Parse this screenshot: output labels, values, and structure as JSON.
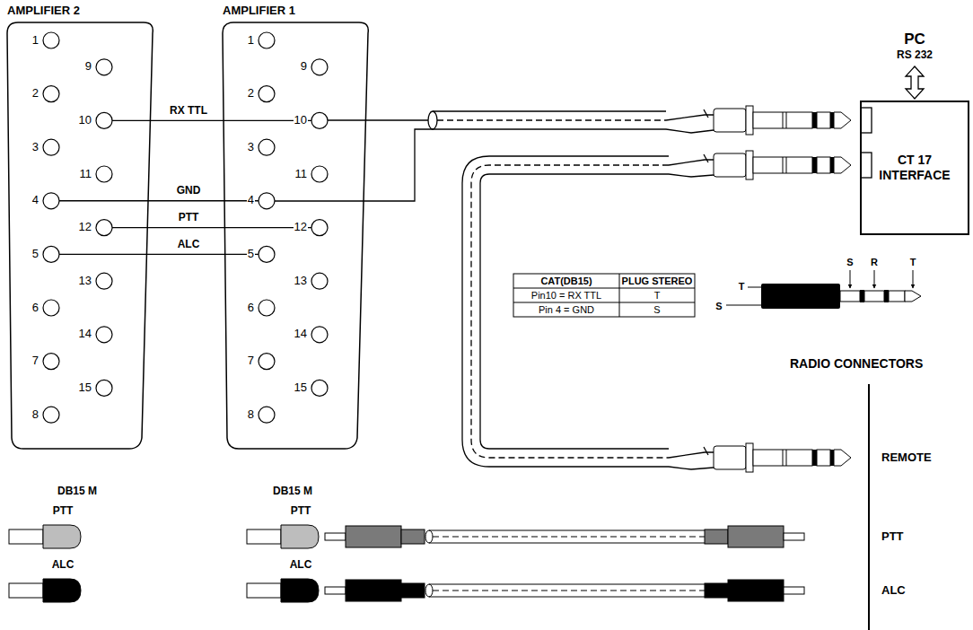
{
  "diagram": {
    "nodes": [
      {
        "text": [
          "AMPLIFIER 2",
          "1",
          "9",
          "2",
          "10",
          "3",
          "11",
          "4",
          "12",
          "5",
          "13",
          "6",
          "14",
          "7",
          "15",
          "8",
          "DB15 M"
        ]
      },
      {
        "text": [
          "AMPLIFIER 1",
          "1",
          "9",
          "2",
          "10",
          "3",
          "11",
          "4",
          "12",
          "5",
          "13",
          "6",
          "14",
          "7",
          "15",
          "8",
          "DB15 M"
        ]
      },
      {
        "text": [
          "CT 17 INTERFACE"
        ]
      }
    ],
    "edges": [
      {
        "from": 0,
        "to": 1,
        "label": "RX TTL",
        "arrow": "none"
      },
      {
        "from": 0,
        "to": 1,
        "label": "GND",
        "arrow": "none"
      },
      {
        "from": 0,
        "to": 1,
        "label": "PTT",
        "arrow": "none"
      },
      {
        "from": 0,
        "to": 1,
        "label": "ALC",
        "arrow": "none"
      }
    ],
    "labels": [
      "PC",
      "RS 232",
      "CAT(DB15)",
      "PLUG STEREO",
      "Pin10 = RX TTL",
      "T",
      "Pin 4 = GND",
      "S",
      "S",
      "R",
      "T",
      "T",
      "S",
      "RADIO CONNECTORS",
      "REMOTE",
      "PTT",
      "ALC",
      "PTT",
      "ALC",
      "PTT",
      "ALC"
    ]
  }
}
